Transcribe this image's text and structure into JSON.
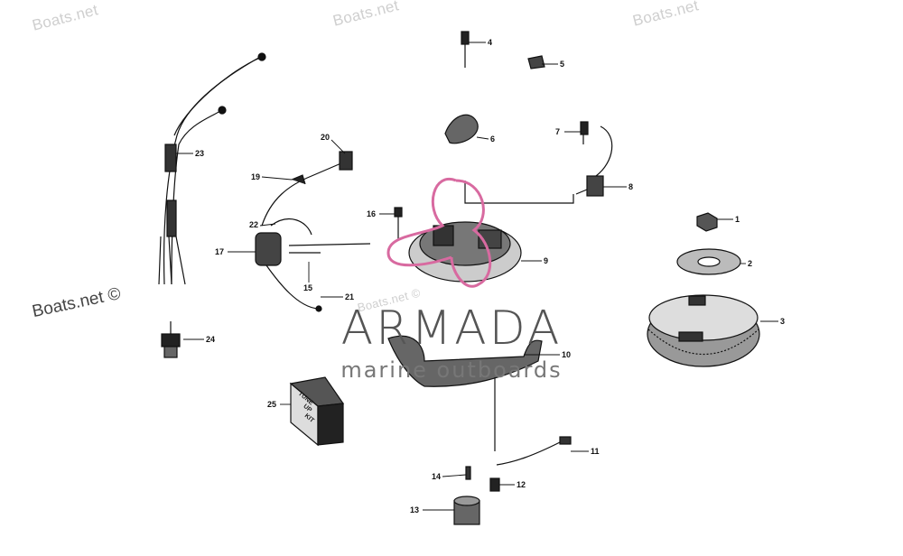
{
  "watermarks": [
    "Boats.net",
    "Boats.net",
    "Boats.net",
    "Boats.net ©",
    "Boats.net ©"
  ],
  "brand": {
    "title": "ARMADA",
    "subtitle": "marine outboards",
    "accent_color": "#d86aa0"
  },
  "kit_label": [
    "TUNE",
    "UP",
    "KIT"
  ],
  "callouts": [
    "1",
    "2",
    "3",
    "4",
    "5",
    "6",
    "7",
    "8",
    "9",
    "10",
    "11",
    "12",
    "13",
    "14",
    "15",
    "16",
    "17",
    "19",
    "20",
    "21",
    "22",
    "23",
    "24",
    "25"
  ]
}
